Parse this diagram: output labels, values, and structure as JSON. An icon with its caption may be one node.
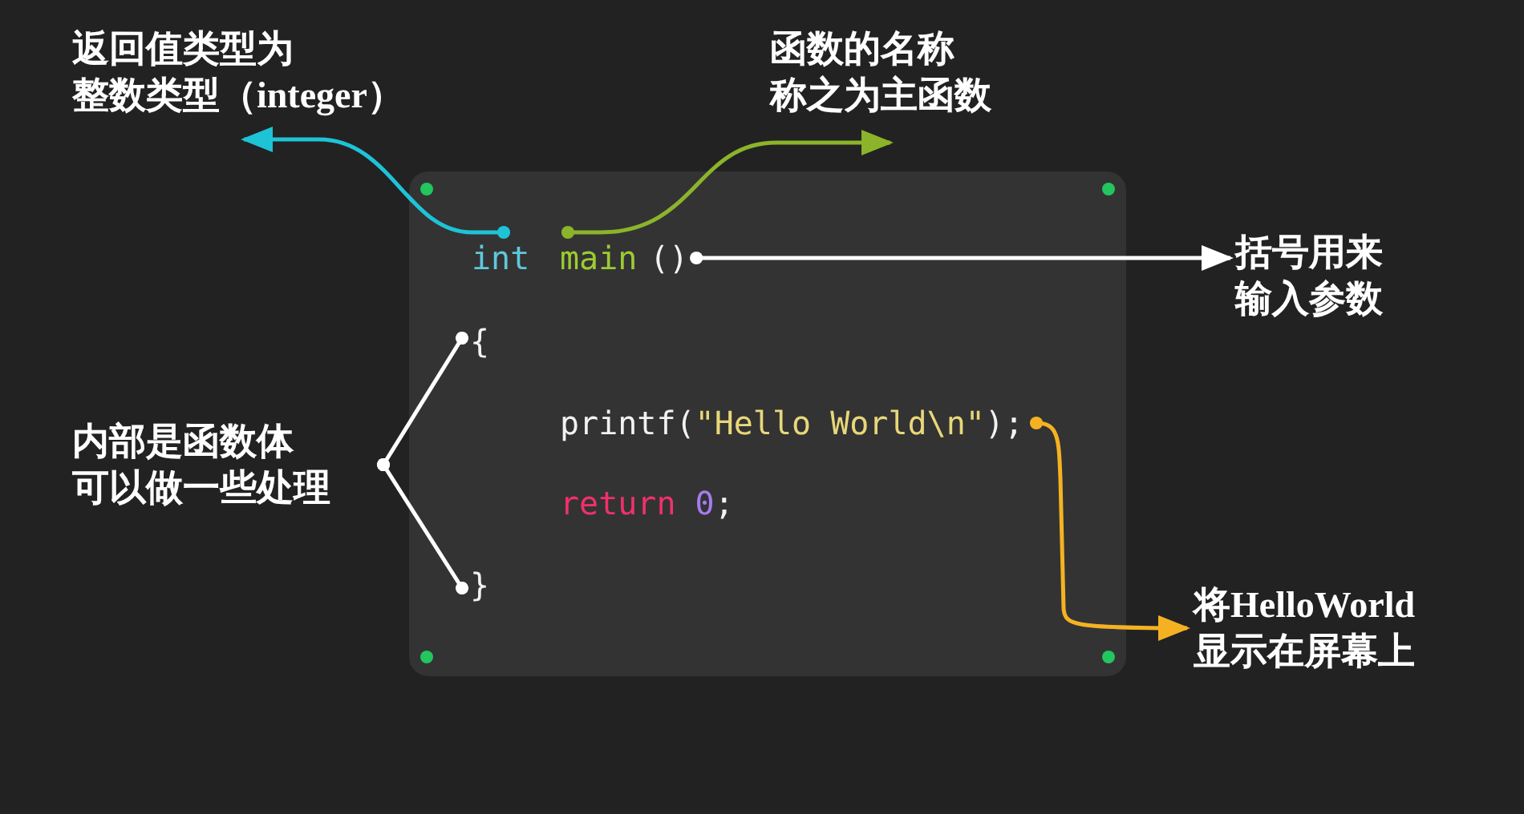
{
  "diagram": {
    "nodes": [
      {
        "text": [],
        "shape": "box"
      },
      {
        "text": [
          "int"
        ],
        "in": 0
      },
      {
        "text": [
          "main"
        ],
        "in": 0
      },
      {
        "text": [
          "()"
        ],
        "in": 0
      },
      {
        "text": [
          "{"
        ],
        "in": 0
      },
      {
        "text": [
          "printf(\"Hello World\\n\");"
        ],
        "in": 0
      },
      {
        "text": [
          "return 0;"
        ],
        "in": 0
      },
      {
        "text": [
          "}"
        ],
        "in": 0
      },
      {
        "text": [
          "返回值类型为整数类型（integer）"
        ]
      },
      {
        "text": [
          "函数的名称称之为主函数"
        ]
      },
      {
        "text": [
          "括号用来输入参数"
        ]
      },
      {
        "text": [
          "内部是函数体可以做一些处理"
        ]
      },
      {
        "text": [
          "将HelloWorld显示在屏幕上"
        ]
      }
    ],
    "edges": [
      {
        "from": 1,
        "to": 8,
        "arrow": "to",
        "color": "#1ec3d6"
      },
      {
        "from": 2,
        "to": 9,
        "arrow": "to",
        "color": "#8bb42b"
      },
      {
        "from": 3,
        "to": 10,
        "arrow": "to"
      },
      {
        "from": 11,
        "to": 4,
        "arrow": "other"
      },
      {
        "from": 11,
        "to": 7,
        "arrow": "other"
      },
      {
        "from": 5,
        "to": 12,
        "arrow": "to",
        "color": "#f4b223"
      }
    ]
  }
}
